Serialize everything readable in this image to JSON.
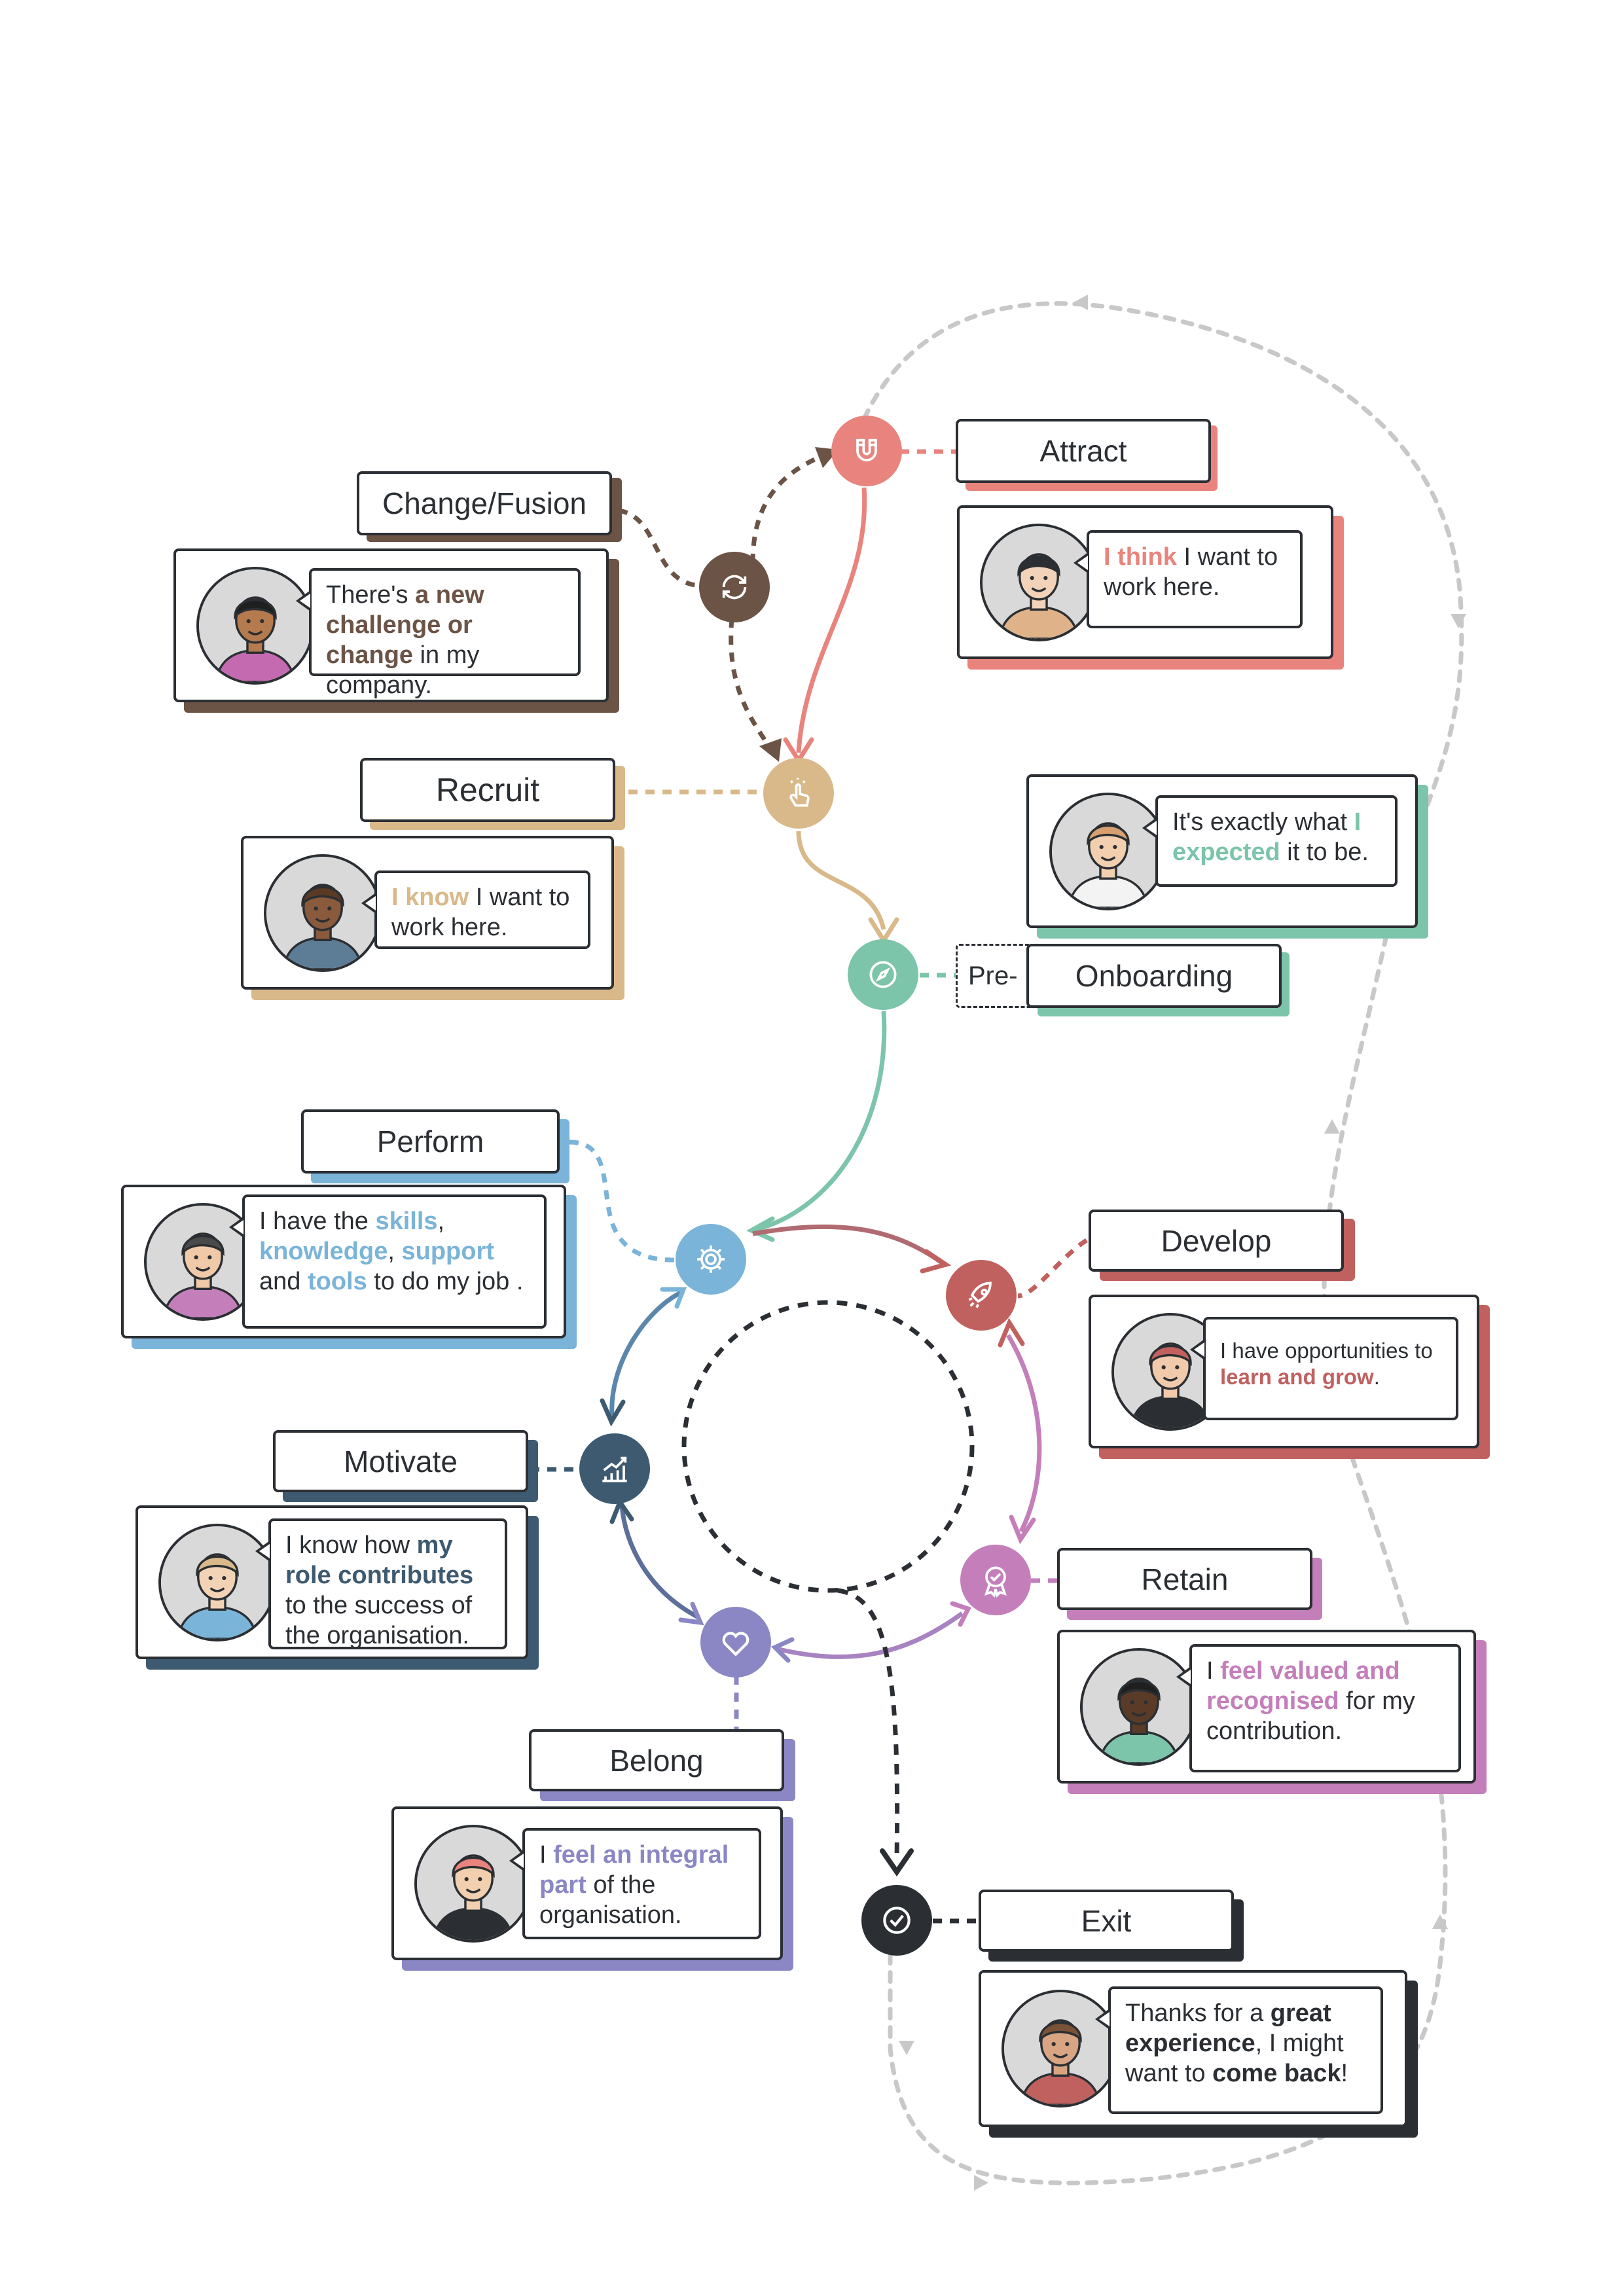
{
  "colors": {
    "attract": "#e8847d",
    "change": "#6b5346",
    "recruit": "#d9b98a",
    "onboarding": "#7cc4aa",
    "perform": "#7ab4d8",
    "develop": "#c0615f",
    "retain": "#c47fbb",
    "belong": "#8b87c5",
    "motivate": "#3e5a70",
    "exit": "#2b2f33",
    "loop": "#c8c8c8"
  },
  "stages": {
    "attract": {
      "label": "Attract",
      "icon": "magnet-icon",
      "quote": [
        {
          "t": "I think",
          "h": true
        },
        {
          "t": " I want to work here.",
          "h": false
        }
      ]
    },
    "change": {
      "label": "Change/Fusion",
      "icon": "refresh-icon",
      "quote": [
        {
          "t": "There's ",
          "h": false
        },
        {
          "t": "a new challenge or change",
          "h": true
        },
        {
          "t": " in my company.",
          "h": false
        }
      ]
    },
    "recruit": {
      "label": "Recruit",
      "icon": "hand-pointer-icon",
      "quote": [
        {
          "t": "I know",
          "h": true
        },
        {
          "t": " I want to work here.",
          "h": false
        }
      ]
    },
    "onboarding": {
      "label": "Onboarding",
      "pre_label": "Pre-",
      "icon": "compass-icon",
      "quote": [
        {
          "t": "It's exactly what ",
          "h": false
        },
        {
          "t": "I expected",
          "h": true
        },
        {
          "t": " it to be.",
          "h": false
        }
      ]
    },
    "perform": {
      "label": "Perform",
      "icon": "gear-icon",
      "quote": [
        {
          "t": "I have the ",
          "h": false
        },
        {
          "t": "skills",
          "h": true
        },
        {
          "t": ", ",
          "h": false
        },
        {
          "t": "knowledge",
          "h": true
        },
        {
          "t": ", ",
          "h": false
        },
        {
          "t": "support",
          "h": true
        },
        {
          "t": " and ",
          "h": false
        },
        {
          "t": "tools",
          "h": true
        },
        {
          "t": " to do my job .",
          "h": false
        }
      ]
    },
    "develop": {
      "label": "Develop",
      "icon": "rocket-icon",
      "quote": [
        {
          "t": "I have opportunities to ",
          "h": false
        },
        {
          "t": "learn and grow",
          "h": true
        },
        {
          "t": ".",
          "h": false
        }
      ]
    },
    "motivate": {
      "label": "Motivate",
      "icon": "growth-chart-icon",
      "quote": [
        {
          "t": "I know how ",
          "h": false
        },
        {
          "t": "my role contributes",
          "h": true
        },
        {
          "t": " to the success of the organisation.",
          "h": false
        }
      ]
    },
    "retain": {
      "label": "Retain",
      "icon": "award-icon",
      "quote": [
        {
          "t": "I ",
          "h": false
        },
        {
          "t": "feel valued and recognised",
          "h": true
        },
        {
          "t": " for my contribution.",
          "h": false
        }
      ]
    },
    "belong": {
      "label": "Belong",
      "icon": "heart-icon",
      "quote": [
        {
          "t": "I ",
          "h": false
        },
        {
          "t": "feel an integral part",
          "h": true
        },
        {
          "t": " of the organisation.",
          "h": false
        }
      ]
    },
    "exit": {
      "label": "Exit",
      "icon": "check-badge-icon",
      "quote": [
        {
          "t": "Thanks for a ",
          "h": false
        },
        {
          "t": "great experience",
          "h": true
        },
        {
          "t": ", I might want to ",
          "h": false
        },
        {
          "t": "come back",
          "h": true
        },
        {
          "t": "!",
          "h": false
        }
      ]
    }
  }
}
